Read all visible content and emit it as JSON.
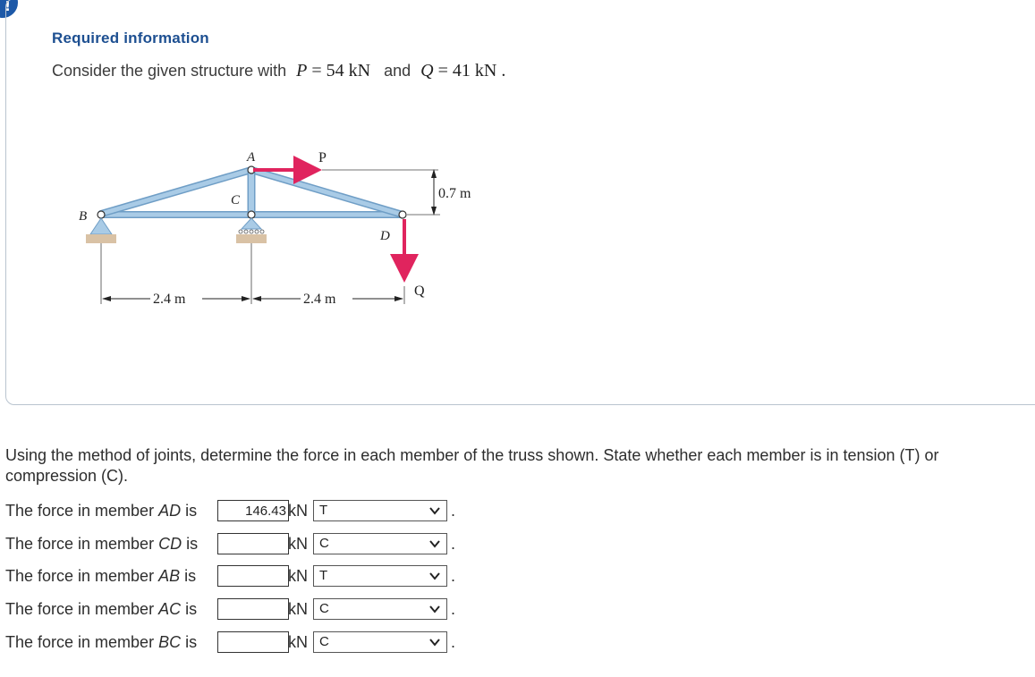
{
  "alert": {
    "glyph": "!"
  },
  "info": {
    "title": "Required information",
    "consider_prefix": "Consider the given structure with",
    "p_var": "P",
    "p_val": "= 54 kN",
    "and": "and",
    "q_var": "Q",
    "q_val": "= 41 kN",
    "end": "."
  },
  "figure": {
    "labels": {
      "A": "A",
      "B": "B",
      "C": "C",
      "D": "D",
      "P": "P",
      "Q": "Q"
    },
    "dims": {
      "left": "2.4 m",
      "right": "2.4 m",
      "height": "0.7 m"
    },
    "colors": {
      "member": "#a9cbe6",
      "member_edge": "#6f9ec6",
      "load": "#e0245e",
      "support": "#d9c2a5"
    }
  },
  "question": {
    "text": "Using the method of joints, determine the force in each member of the truss shown. State whether each member is in tension (T) or compression (C)."
  },
  "rows": [
    {
      "prefix": "The force in member",
      "member": "AD",
      "suffix": "is",
      "value": "146.43",
      "unit": "kN",
      "selection": "T"
    },
    {
      "prefix": "The force in member",
      "member": "CD",
      "suffix": "is",
      "value": "",
      "unit": "kN",
      "selection": "C"
    },
    {
      "prefix": "The force in member",
      "member": "AB",
      "suffix": "is",
      "value": "",
      "unit": "kN",
      "selection": "T"
    },
    {
      "prefix": "The force in member",
      "member": "AC",
      "suffix": "is",
      "value": "",
      "unit": "kN",
      "selection": "C"
    },
    {
      "prefix": "The force in member",
      "member": "BC",
      "suffix": "is",
      "value": "",
      "unit": "kN",
      "selection": "C"
    }
  ],
  "punctuation": "."
}
